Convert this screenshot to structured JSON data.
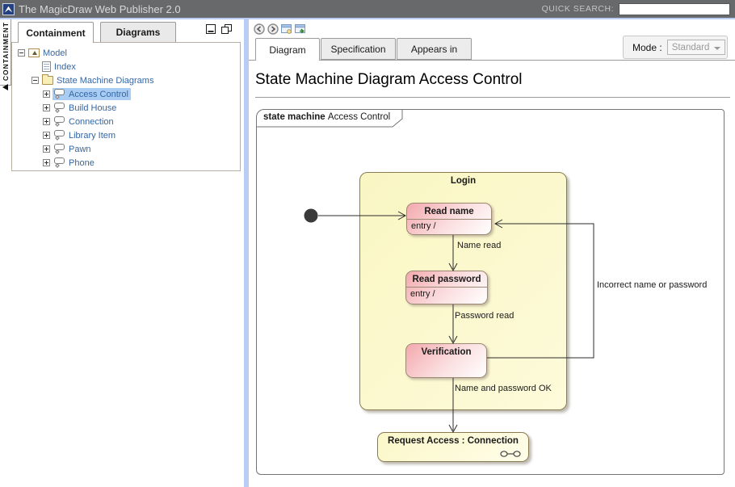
{
  "header": {
    "title": "The MagicDraw Web Publisher 2.0",
    "quick_search_label": "QUICK SEARCH:",
    "quick_search_value": ""
  },
  "sidebar": {
    "vertical_tab": "CONTAINMENT",
    "tabs": [
      {
        "label": "Containment",
        "active": true
      },
      {
        "label": "Diagrams",
        "active": false
      }
    ],
    "tree": [
      {
        "label": "Model",
        "icon": "model-icon",
        "expand": "minus",
        "level": 0,
        "selected": false
      },
      {
        "label": "Index",
        "icon": "index-document-icon",
        "expand": "none",
        "level": 1,
        "selected": false
      },
      {
        "label": "State Machine Diagrams",
        "icon": "folder-icon",
        "expand": "minus",
        "level": 1,
        "selected": false
      },
      {
        "label": "Access Control",
        "icon": "statemachine-diagram-icon",
        "expand": "plus",
        "level": 2,
        "selected": true
      },
      {
        "label": "Build House",
        "icon": "statemachine-diagram-icon",
        "expand": "plus",
        "level": 2,
        "selected": false
      },
      {
        "label": "Connection",
        "icon": "statemachine-diagram-icon",
        "expand": "plus",
        "level": 2,
        "selected": false
      },
      {
        "label": "Library Item",
        "icon": "statemachine-diagram-icon",
        "expand": "plus",
        "level": 2,
        "selected": false
      },
      {
        "label": "Pawn",
        "icon": "statemachine-diagram-icon",
        "expand": "plus",
        "level": 2,
        "selected": false
      },
      {
        "label": "Phone",
        "icon": "statemachine-diagram-icon",
        "expand": "plus",
        "level": 2,
        "selected": false
      }
    ]
  },
  "main": {
    "toolbar_icons": [
      "back-icon",
      "forward-icon",
      "specification-window-icon",
      "open-in-new-window-icon"
    ],
    "tabs": {
      "0": "Diagram",
      "1": "Specification",
      "2": "Appears in"
    },
    "active_tab": "Diagram",
    "mode_label": "Mode :",
    "mode_value": "Standard",
    "heading": "State Machine Diagram Access Control"
  },
  "diagram": {
    "frame_keyword": "state machine",
    "frame_name": "Access Control",
    "composite_state": {
      "title": "Login"
    },
    "states": {
      "read_name": {
        "title": "Read name",
        "entry": "entry /"
      },
      "read_password": {
        "title": "Read password",
        "entry": "entry /"
      },
      "verification": {
        "title": "Verification"
      },
      "request_access": {
        "title": "Request Access : Connection"
      }
    },
    "transitions": {
      "name_read": "Name read",
      "password_read": "Password read",
      "incorrect": "Incorrect name or password",
      "ok": "Name and password OK"
    }
  },
  "colors": {
    "header_bg": "#68696b",
    "panel_divider": "#b9cdf4",
    "tree_text": "#3566a3",
    "tree_selection": "#a9cdf2",
    "state_pink": "#f3a9ad",
    "state_yellow": "#fbf8ca",
    "state_border": "#8a7b52",
    "transition_line": "#2b2b2b"
  }
}
